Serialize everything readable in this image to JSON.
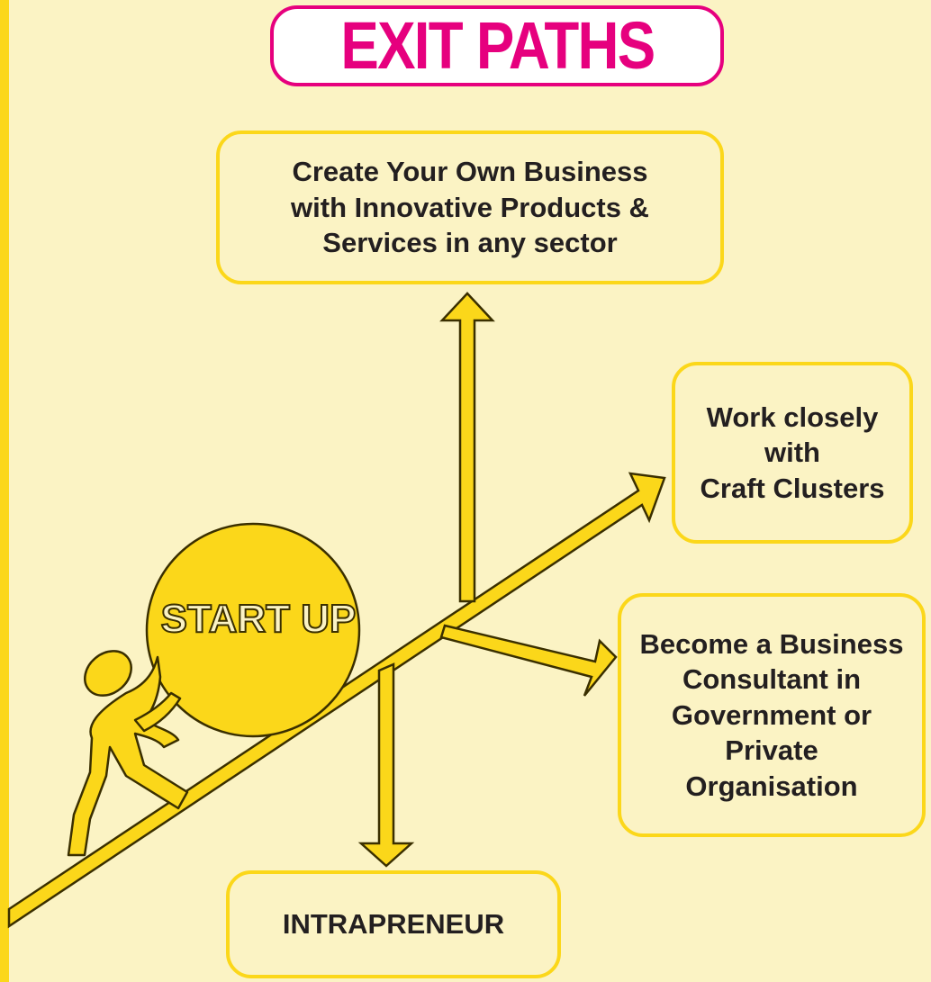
{
  "title": "EXIT PATHS",
  "center_label": "START UP",
  "paths": {
    "up": "Create Your Own Business\nwith Innovative Products &\nServices in any sector",
    "right_upper": "Work closely\nwith\nCraft Clusters",
    "right_lower": "Become a Business\nConsultant in\nGovernment or\nPrivate\nOrganisation",
    "down": "INTRAPRENEUR"
  },
  "colors": {
    "accent_yellow": "#fbd71a",
    "title_magenta": "#e6007e",
    "background": "#fbf3c4",
    "outline": "#3a2f00"
  }
}
